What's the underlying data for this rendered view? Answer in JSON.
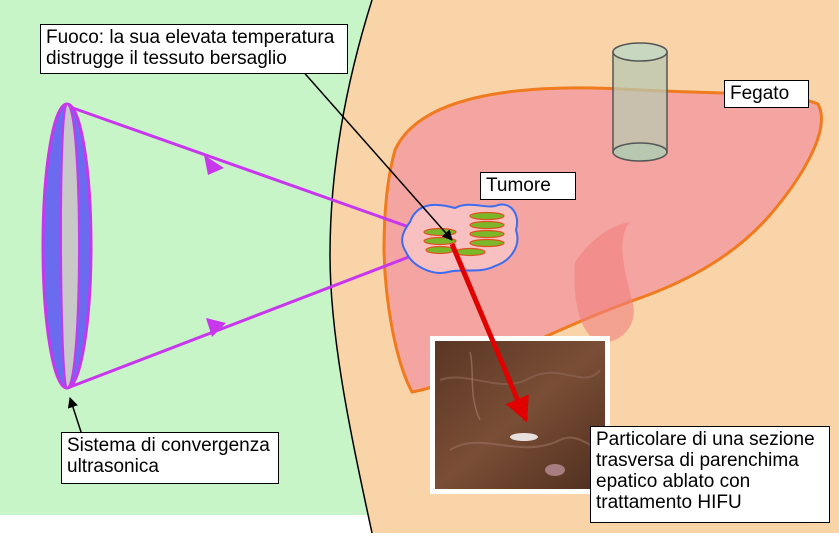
{
  "labels": {
    "focus": [
      "Fuoco: la sua elevata temperatura",
      "distrugge il tessuto bersaglio"
    ],
    "liver": "Fegato",
    "tumor": "Tumore",
    "system": [
      "Sistema di convergenza",
      "ultrasonica"
    ],
    "detail": [
      "Particolare di una sezione",
      "trasversa di parenchima",
      "epatico ablato con",
      "trattamento HIFU"
    ]
  },
  "colors": {
    "outside_bg": "#c8f5c8",
    "body_skin": "#f9d4a8",
    "liver_fill": "#f4a0a0",
    "liver_outline": "#f07a1e",
    "beam": "#c837ee",
    "transducer_face": "#6b6bf0",
    "transducer_body": "#c8c8c8",
    "tumor_outline": "#3d6cf0",
    "lesion_green": "#7ab82a",
    "lesion_red": "#e05020",
    "pointer": "#e00000",
    "probe_cylinder": "#b8c8b0",
    "tissue": "#6e4630"
  }
}
